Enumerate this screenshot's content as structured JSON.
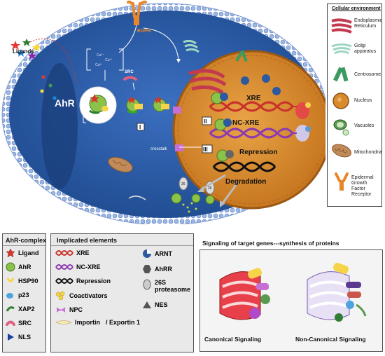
{
  "cell": {
    "ligands_label": "Ligands",
    "egfr_label": "EGFR",
    "src_label": "SRC",
    "ahr_label": "AhR",
    "step_i": "I",
    "step_ii": "II",
    "step_iii": "III",
    "crosstalk_label": "crosstalk",
    "xre_label": "XRE",
    "ncxre_label": "NC-XRE",
    "repression_label": "Repression",
    "degradation_label": "Degradation",
    "proteasome_label_a": "26",
    "proteasome_label_b": "26"
  },
  "cellular_environment": {
    "title": "Cellular environment",
    "items": [
      {
        "label": "Endoplasmic\nReticulum",
        "icon": "endoplasmic-reticulum-icon"
      },
      {
        "label": "Golgi\napparatus",
        "icon": "golgi-icon"
      },
      {
        "label": "Centrosome",
        "icon": "centrosome-icon"
      },
      {
        "label": "Nucleus",
        "icon": "nucleus-icon"
      },
      {
        "label": "Vacuoles",
        "icon": "vacuoles-icon"
      },
      {
        "label": "Mitochondria",
        "icon": "mitochondria-icon"
      },
      {
        "label": "Epidermal\nGrowth Factor\nReceptor",
        "icon": "egfr-icon"
      }
    ]
  },
  "ahr_complex": {
    "title": "AhR-complex",
    "items": [
      "Ligand",
      "AhR",
      "HSP90",
      "p23",
      "XAP2",
      "SRC",
      "NLS"
    ]
  },
  "implicated": {
    "title": "Implicated elements",
    "left": [
      "XRE",
      "NC-XRE",
      "Repression",
      "Coactivators",
      "NPC"
    ],
    "right": [
      "ARNT",
      "AhRR",
      "26S\nproteasome",
      "NES"
    ],
    "bottom": "Importin",
    "bottom_right": "/ Exportin 1"
  },
  "signaling": {
    "title": "Signaling of target genes---synthesis of proteins",
    "canonical": "Canonical Signaling",
    "noncanonical": "Non-Canonical Signaling"
  },
  "colors": {
    "cytoplasm": "#2d5fa8",
    "membrane": "#6a8fcf",
    "nucleus": "#d98a2b",
    "ahr_green": "#8bc34a",
    "ligand_red": "#d9362b"
  }
}
